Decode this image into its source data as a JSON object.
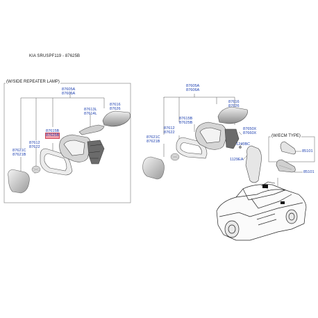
{
  "title": "KIA SRUSPF119 - 87625B",
  "left_frame_label": "(W/SIDE REPEATER LAMP)",
  "right_frame_label": "(W/ECM TYPE)",
  "left": {
    "l87605": [
      "87605A",
      "87606A"
    ],
    "l87615": [
      "87615B",
      "87625B"
    ],
    "l87613": [
      "87613L",
      "87614L"
    ],
    "l87616": [
      "87616",
      "87626"
    ],
    "l87612": [
      "87612",
      "87622"
    ],
    "l87621": [
      "87621C",
      "87621B"
    ]
  },
  "right": {
    "l87605": [
      "87605A",
      "87606A"
    ],
    "l87616": [
      "87616",
      "87626"
    ],
    "l87615": [
      "87615B",
      "87625B"
    ],
    "l87612": [
      "87612",
      "87622"
    ],
    "l87621": [
      "87621C",
      "87621B"
    ],
    "l87650": [
      "87650X",
      "87660X"
    ],
    "l1243": "1243BC",
    "l1129": "1129EA",
    "l85101_ecm": "85101",
    "l85101": "85101"
  },
  "colors": {
    "label": "#1c3fb0",
    "highlight": "#f2a2ad",
    "line": "#555555"
  }
}
